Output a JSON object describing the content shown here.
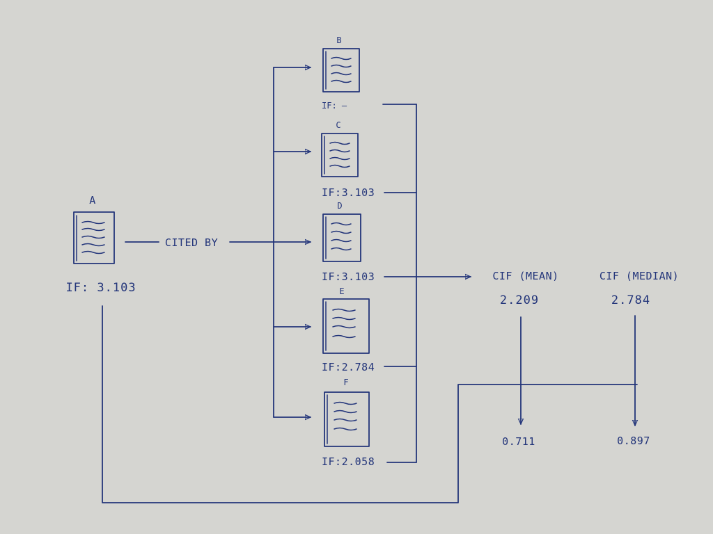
{
  "source_doc": {
    "letter": "A",
    "if_text": "IF: 3.103"
  },
  "relation_label": "CITED BY",
  "citing_docs": [
    {
      "letter": "B",
      "if_text": "IF: —"
    },
    {
      "letter": "C",
      "if_text": "IF:3.103"
    },
    {
      "letter": "D",
      "if_text": "IF:3.103"
    },
    {
      "letter": "E",
      "if_text": "IF:2.784"
    },
    {
      "letter": "F",
      "if_text": "IF:2.058"
    }
  ],
  "cif_mean": {
    "label": "CIF (MEAN)",
    "value": "2.209",
    "result": "0.711"
  },
  "cif_median": {
    "label": "CIF (MEDIAN)",
    "value": "2.784",
    "result": "0.897"
  },
  "ink_color": "#23357a",
  "paper_color": "#d5d5d1"
}
